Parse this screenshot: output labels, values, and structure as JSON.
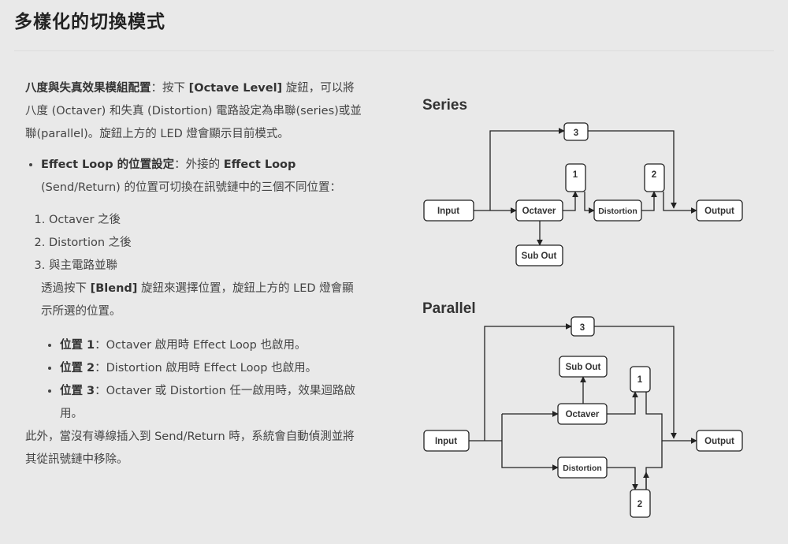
{
  "page": {
    "title": "多樣化的切換模式"
  },
  "content": {
    "intro": {
      "bold_label": "八度與失真效果模組配置",
      "colon": "：按下 ",
      "button": "[Octave Level]",
      "rest_line1": " 旋鈕，可以將",
      "line2": "八度 (Octaver) 和失真 (Distortion) 電路設定為串聯(series)或並",
      "line3": "聯(parallel)。旋鈕上方的 LED 燈會顯示目前模式。"
    },
    "effect_loop": {
      "bold_label": "Effect Loop 的位置設定",
      "colon_text": "：外接的 ",
      "bold_loop": "Effect Loop",
      "line2": "(Send/Return) 的位置可切換在訊號鏈中的三個不同位置："
    },
    "positions": [
      "Octaver 之後",
      "Distortion 之後",
      "與主電路並聯"
    ],
    "blend": {
      "pre": "透過按下 ",
      "button": "[Blend]",
      "post_line1": " 旋鈕來選擇位置，旋鈕上方的 LED 燈會顯",
      "line2": "示所選的位置。"
    },
    "position_desc": [
      {
        "label": "位置 1",
        "text": "：Octaver 啟用時 Effect Loop 也啟用。"
      },
      {
        "label": "位置 2",
        "text": "：Distortion 啟用時 Effect Loop 也啟用。"
      },
      {
        "label": "位置 3",
        "text": "：Octaver 或 Distortion 任一啟用時，效果迴路啟",
        "line2": "用。"
      }
    ],
    "final": {
      "line1": "此外，當沒有導線插入到 Send/Return 時，系統會自動偵測並將",
      "line2": "其從訊號鏈中移除。"
    }
  },
  "diagram": {
    "series": {
      "heading": "Series",
      "input": "Input",
      "octaver": "Octaver",
      "distortion": "Distortion",
      "output": "Output",
      "sub_out": "Sub Out",
      "loop1": "1",
      "loop2": "2",
      "loop3": "3"
    },
    "parallel": {
      "heading": "Parallel",
      "input": "Input",
      "octaver": "Octaver",
      "distortion": "Distortion",
      "output": "Output",
      "sub_out": "Sub Out",
      "loop1": "1",
      "loop2": "2",
      "loop3": "3"
    }
  }
}
